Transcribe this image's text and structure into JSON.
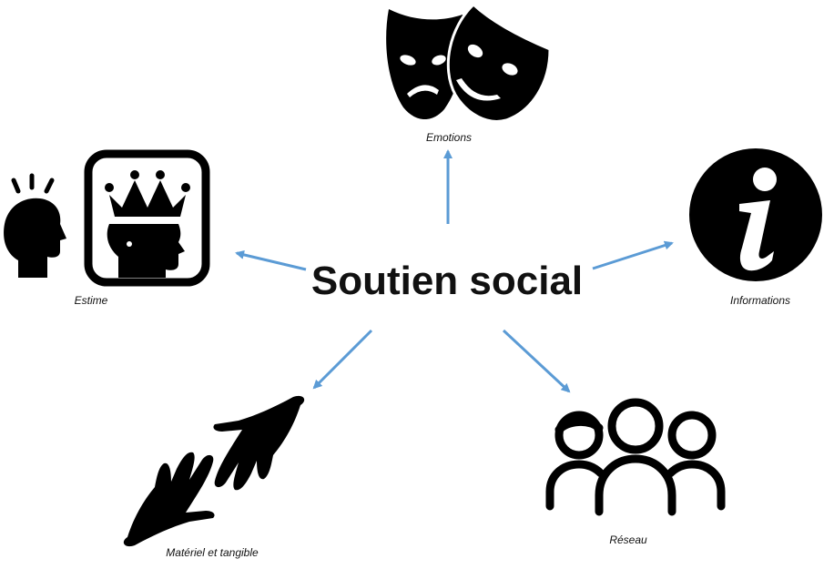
{
  "center": {
    "title": "Soutien social"
  },
  "nodes": {
    "emotions": {
      "label": "Emotions",
      "icon": "theater-masks-icon"
    },
    "estime": {
      "label": "Estime",
      "icon": "crowned-head-icon"
    },
    "informations": {
      "label": "Informations",
      "icon": "info-circle-icon"
    },
    "materiel": {
      "label": "Matériel et tangible",
      "icon": "helping-hands-icon"
    },
    "reseau": {
      "label": "Réseau",
      "icon": "people-group-icon"
    }
  },
  "colors": {
    "arrow": "#5b9bd5",
    "icon": "#000000",
    "text": "#111111",
    "background": "#ffffff"
  }
}
